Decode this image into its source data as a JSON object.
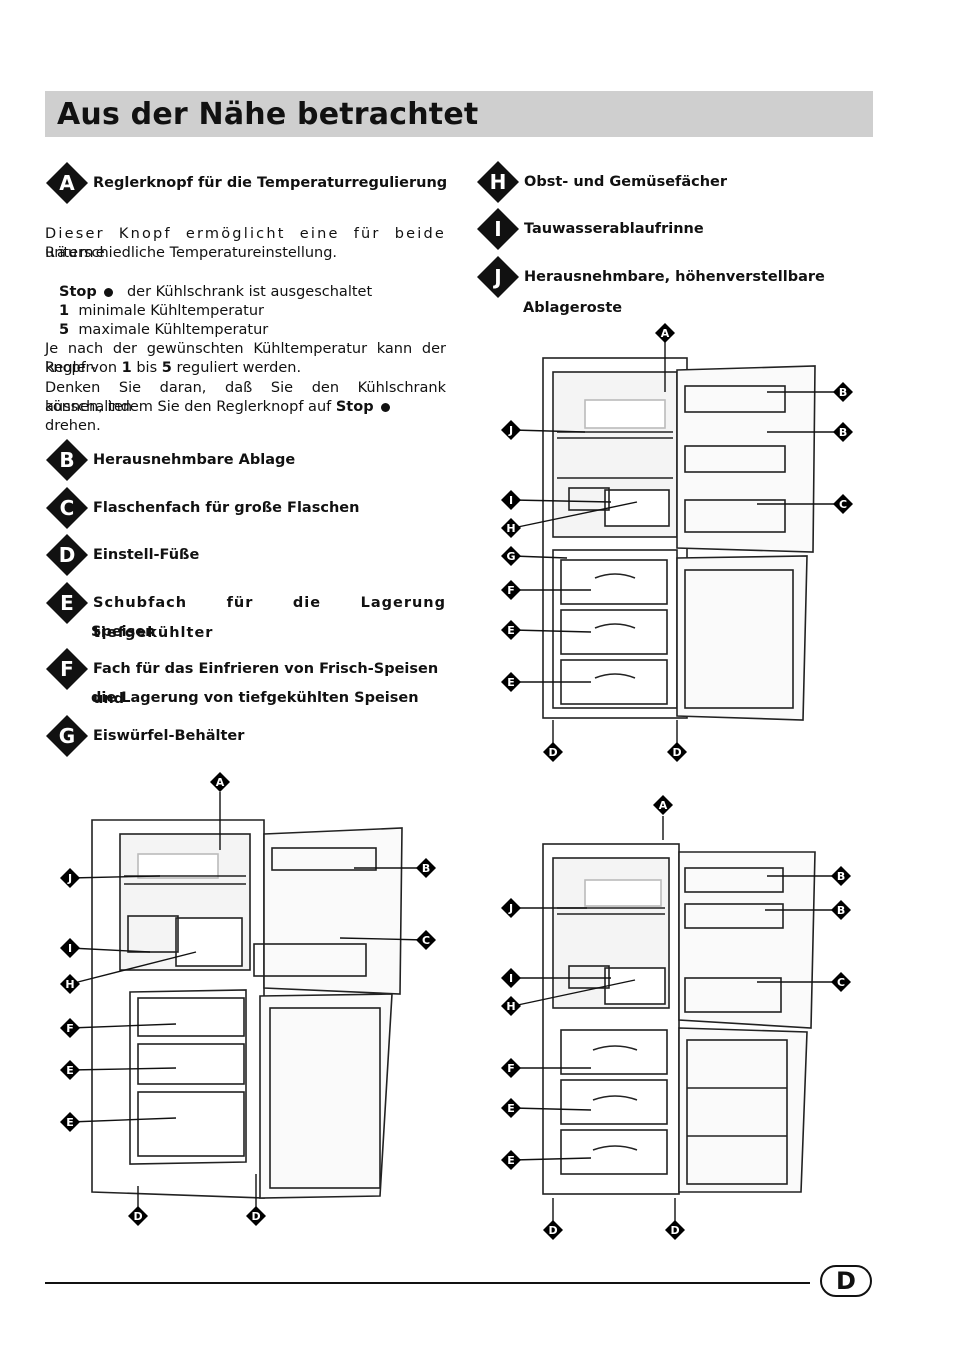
{
  "page": {
    "title": "Aus der Nähe betrachtet",
    "page_letter": "D"
  },
  "legend": {
    "A": "Reglerknopf  für die Temperaturregulierung",
    "H": "Obst- und Gemüsefächer",
    "I": "Tauwasserablaufrinne",
    "J_line1": "Herausnehmbare, höhenverstellbare",
    "J_line2": "Ablageroste",
    "B": "Herausnehmbare Ablage",
    "C": "Flaschenfach für große Flaschen",
    "D": "Einstell-Füße",
    "E_line1": "Schubfach für die Lagerung tiefgekühlter",
    "E_line2": "Speisen",
    "F_line1": "Fach für das Einfrieren von Frisch-Speisen und",
    "F_line2": "die Lagerung von tiefgekühlten Speisen",
    "G": "Eiswürfel-Behälter"
  },
  "intro": {
    "line1": "Dieser Knopf ermöglicht eine für beide Räume",
    "line2": "unterschiedliche Temperatureinstellung.",
    "stop_label": "Stop",
    "stop_text": "der Kühlschrank ist ausgeschaltet",
    "n1": "1",
    "n1_text": "minimale Kühltemperatur",
    "n5": "5",
    "n5_text": "maximale Kühltemperatur",
    "p1": "Je nach der gewünschten Kühltemperatur kann der Regler-",
    "p2a": "knopf von",
    "p2b": "1",
    "p2c": "bis",
    "p2d": "5",
    "p2e": "reguliert werden.",
    "p3": "Denken Sie daran, daß Sie den Kühlschrank ausschalten",
    "p4a": "können, indem Sie den Reglerknopf auf",
    "p4b": "Stop",
    "p4c": "drehen."
  },
  "badge_letters": [
    "A",
    "B",
    "C",
    "D",
    "E",
    "F",
    "G",
    "H",
    "I",
    "J"
  ],
  "figure_labels": {
    "fig1": [
      "A",
      "B",
      "B",
      "C",
      "J",
      "I",
      "H",
      "G",
      "F",
      "E",
      "E",
      "D",
      "D"
    ],
    "fig2": [
      "A",
      "B",
      "C",
      "J",
      "I",
      "H",
      "F",
      "E",
      "E",
      "D",
      "D"
    ],
    "fig3": [
      "A",
      "B",
      "B",
      "C",
      "J",
      "I",
      "H",
      "F",
      "E",
      "E",
      "D",
      "D"
    ]
  }
}
